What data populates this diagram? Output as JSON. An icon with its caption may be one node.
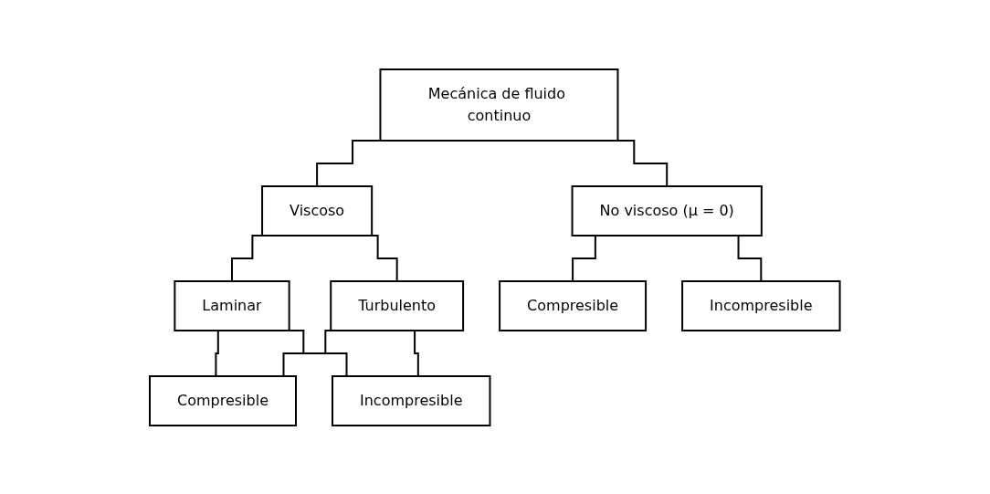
{
  "diagram": {
    "nodes": [
      {
        "text": [
          "Mecánica de fluido continuo"
        ]
      },
      {
        "text": [
          "No viscoso (μ = 0)"
        ]
      },
      {
        "text": [
          "Viscoso"
        ]
      },
      {
        "text": [
          "Laminar"
        ]
      },
      {
        "text": [
          "Turbulento"
        ]
      },
      {
        "text": [
          "Compresible"
        ]
      },
      {
        "text": [
          "Incompresible"
        ]
      },
      {
        "text": [
          "Compresible"
        ]
      },
      {
        "text": [
          "Incompresible"
        ]
      }
    ],
    "edges": [
      {
        "from": 0,
        "to": 1,
        "arrow": "none"
      },
      {
        "from": 0,
        "to": 2,
        "arrow": "none"
      },
      {
        "from": 1,
        "to": 5,
        "arrow": "none"
      },
      {
        "from": 1,
        "to": 6,
        "arrow": "none"
      },
      {
        "from": 2,
        "to": 3,
        "arrow": "none"
      },
      {
        "from": 2,
        "to": 4,
        "arrow": "none"
      },
      {
        "from": 3,
        "to": 7,
        "arrow": "none"
      },
      {
        "from": 3,
        "to": 8,
        "arrow": "none"
      },
      {
        "from": 4,
        "to": 7,
        "arrow": "none"
      },
      {
        "from": 4,
        "to": 8,
        "arrow": "none"
      }
    ]
  }
}
